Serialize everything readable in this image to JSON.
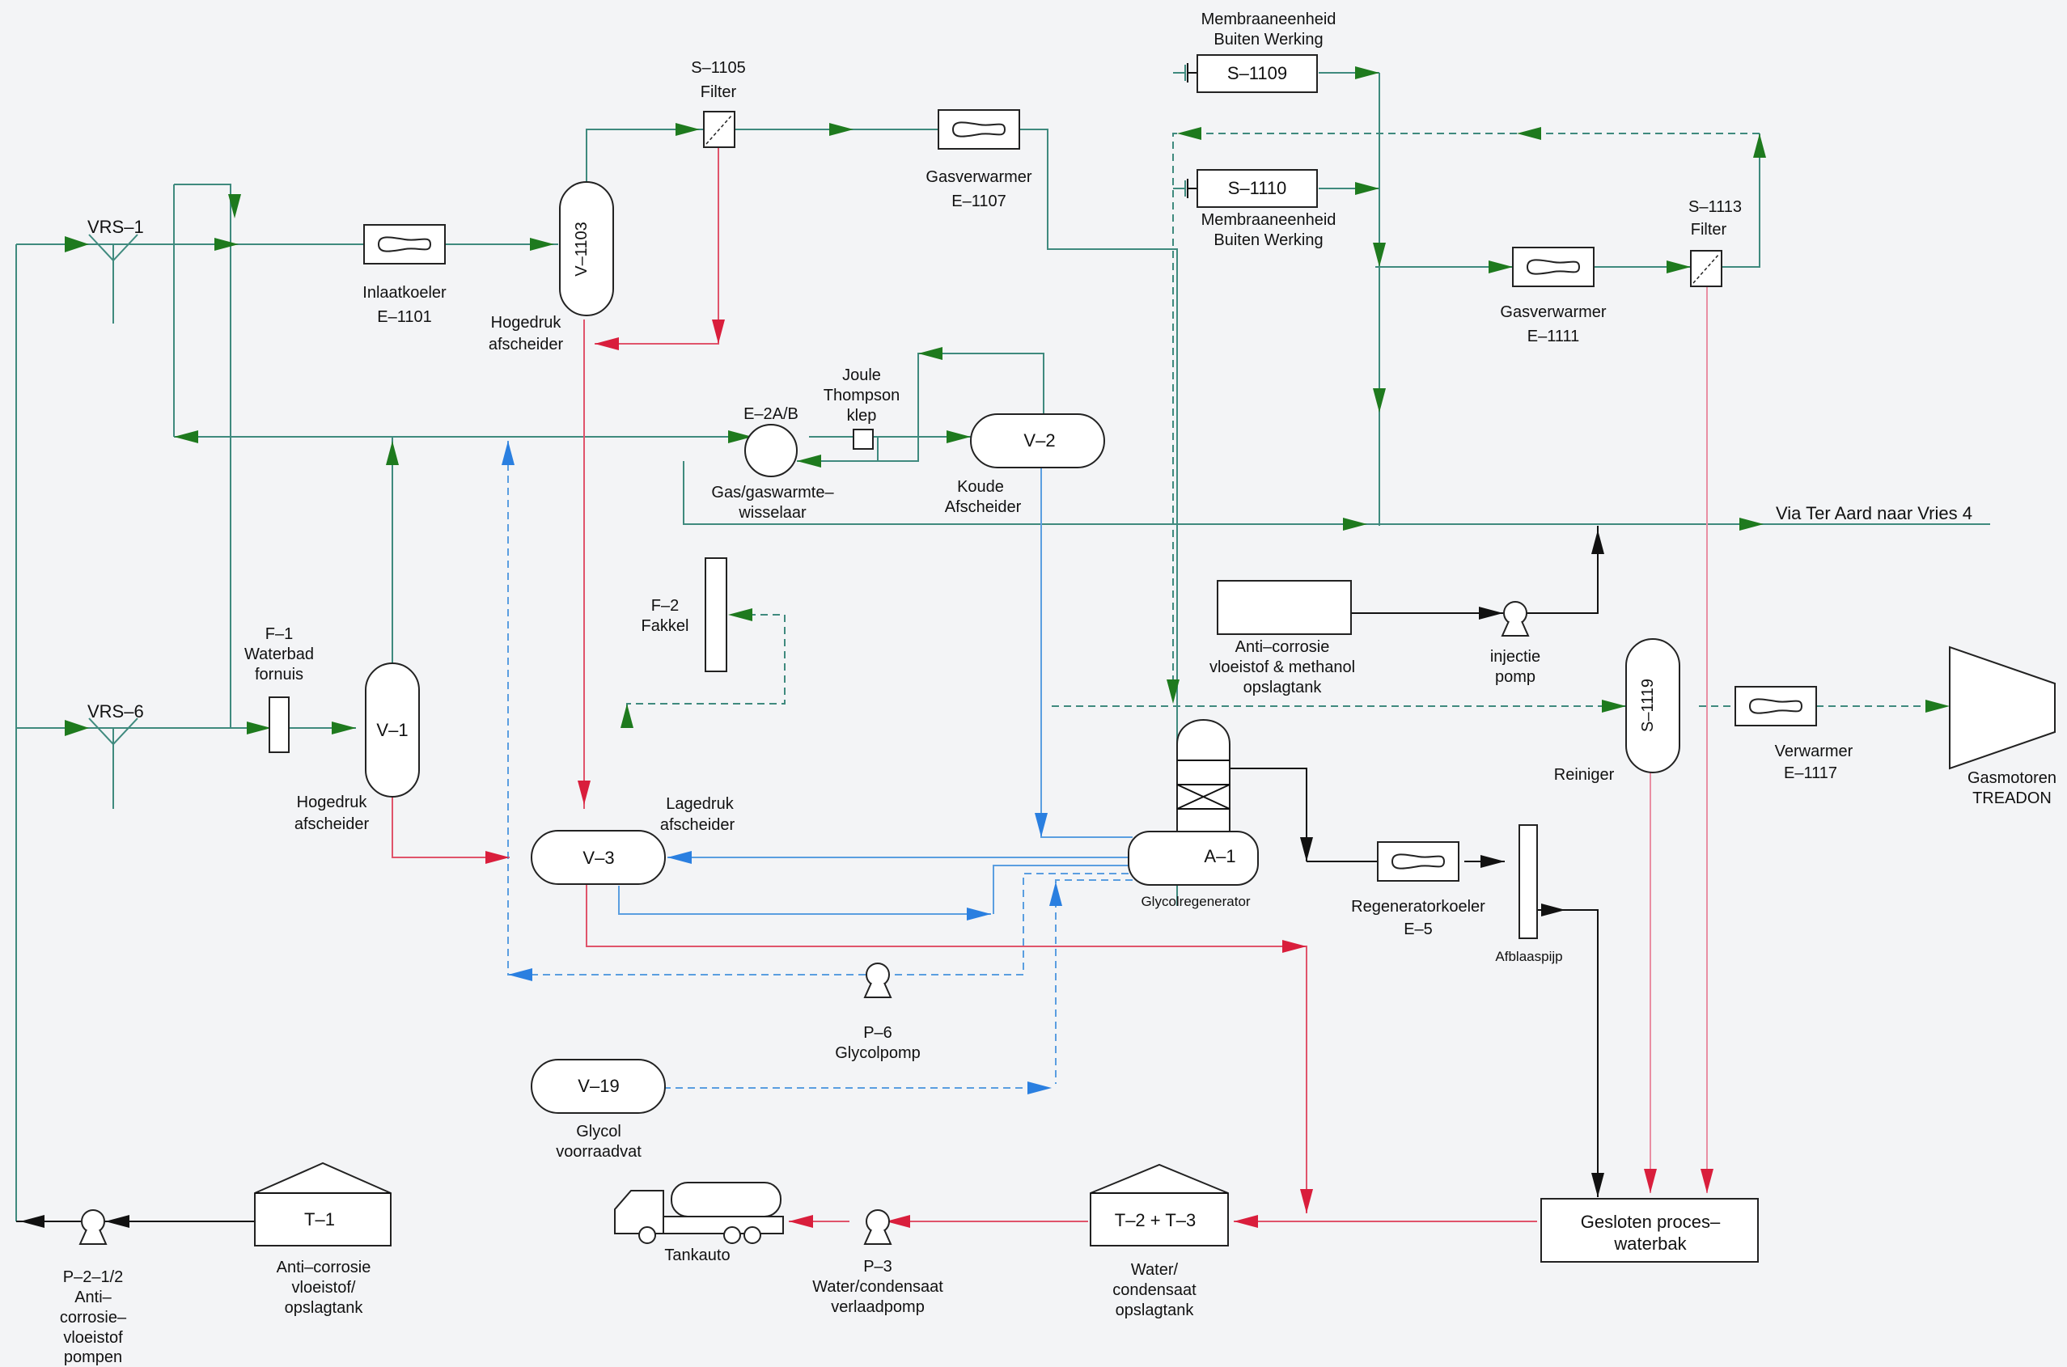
{
  "equipment": {
    "vrs1": "VRS–1",
    "vrs6": "VRS–6",
    "s1105": "S–1105",
    "s1105_sub": "Filter",
    "v1103": "V–1103",
    "v1103_label": [
      "Hogedruk",
      "afscheider"
    ],
    "e1101": [
      "Inlaatkoeler",
      "E–1101"
    ],
    "e1107": [
      "Gasverwarmer",
      "E–1107"
    ],
    "s1109": "S–1109",
    "s1109_label": [
      "Membraaneenheid",
      "Buiten Werking"
    ],
    "s1110": "S–1110",
    "s1110_label": [
      "Membraaneenheid",
      "Buiten Werking"
    ],
    "s1113": "S–1113",
    "s1113_sub": "Filter",
    "e1111": [
      "Gasverwarmer",
      "E–1111"
    ],
    "e2ab": "E–2A/B",
    "e2ab_label": [
      "Gas/gaswarmte–",
      "wisselaar"
    ],
    "jt": [
      "Joule",
      "Thompson",
      "klep"
    ],
    "v2": "V–2",
    "v2_label": [
      "Koude",
      "Afscheider"
    ],
    "outlet": "Via Ter Aard naar Vries 4",
    "f2": [
      "F–2",
      "Fakkel"
    ],
    "f1": [
      "F–1",
      "Waterbad",
      "fornuis"
    ],
    "v1": "V–1",
    "v1_label": [
      "Hogedruk",
      "afscheider"
    ],
    "v3": "V–3",
    "v3_label": [
      "Lagedruk",
      "afscheider"
    ],
    "tank_ac_label": [
      "Anti–corrosie",
      "vloeistof & methanol",
      "opslagtank"
    ],
    "injectie": [
      "injectie",
      "pomp"
    ],
    "s1119": "S–1119",
    "s1119_label": "Reiniger",
    "e1117": [
      "Verwarmer",
      "E–1117"
    ],
    "gasmotoren": [
      "Gasmotoren",
      "TREADON"
    ],
    "a1": "A–1",
    "a1_label": "Glycolregenerator",
    "e5": [
      "Regeneratorkoeler",
      "E–5"
    ],
    "afblaas": "Afblaaspijp",
    "p6": [
      "P–6",
      "Glycolpomp"
    ],
    "v19": "V–19",
    "v19_label": [
      "Glycol",
      "voorraadvat"
    ],
    "t1": "T–1",
    "t1_label": [
      "Anti–corrosie",
      "vloeistof/",
      "opslagtank"
    ],
    "p2": [
      "P–2–1/2",
      "Anti–",
      "corrosie–",
      "vloeistof",
      "pompen"
    ],
    "tankauto": "Tankauto",
    "p3": [
      "P–3",
      "Water/condensaat",
      "verlaadpomp"
    ],
    "t23": "T–2 + T–3",
    "t23_label": [
      "Water/",
      "condensaat",
      "opslagtank"
    ],
    "waterbak": [
      "Gesloten proces–",
      "waterbak"
    ]
  },
  "colors": {
    "gas_line": "#3f8a7e",
    "gas_arrow": "#1e7a1e",
    "condensate_line": "#e0546b",
    "condensate_arrow": "#d91e3c",
    "glycol_line": "#5a9ee0",
    "glycol_arrow": "#2a7fe0",
    "other_line": "#111111"
  }
}
